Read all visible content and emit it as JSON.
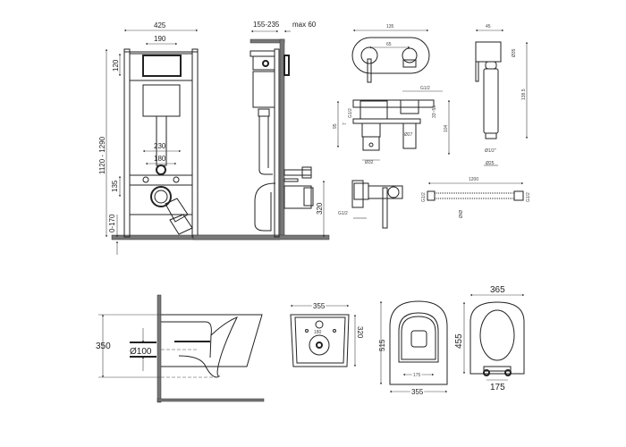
{
  "frame_front": {
    "width": "425",
    "panel_width": "190",
    "panel_height": "120",
    "height_range": "1120 - 1290",
    "studs_outer": "230",
    "studs_inner": "180",
    "outlet_height": "135",
    "floor_adjust": "0-170"
  },
  "frame_side": {
    "depth": "155-235",
    "wall_max": "max 60",
    "connection_height": "320"
  },
  "mixer_front": {
    "width": "135",
    "spacing": "65",
    "thread": "G1/2"
  },
  "mixer_side": {
    "height": "95",
    "thread": "G1/2",
    "offset": "7",
    "total": "104",
    "depth": "33~55",
    "holder_dia": "Ø27",
    "body_dia": "Ø32"
  },
  "handshower": {
    "width": "45",
    "head_dia": "Ø35",
    "length": "138.5",
    "thread": "Ø1/2\"",
    "base_dia": "Ø25"
  },
  "mixer_bottom": {
    "thread": "G1/2"
  },
  "hose": {
    "length": "1200",
    "end_left": "G1/2",
    "end_right": "G1/2",
    "mark": "Ø/Ø"
  },
  "toilet_side": {
    "height": "350",
    "outlet": "Ø100"
  },
  "toilet_back": {
    "width": "355",
    "height": "320",
    "bolt_spacing": "180"
  },
  "toilet_top": {
    "length": "515",
    "bolt_spacing": "175",
    "width": "355"
  },
  "seat": {
    "width": "365",
    "length": "455",
    "hinge_spacing": "175"
  }
}
